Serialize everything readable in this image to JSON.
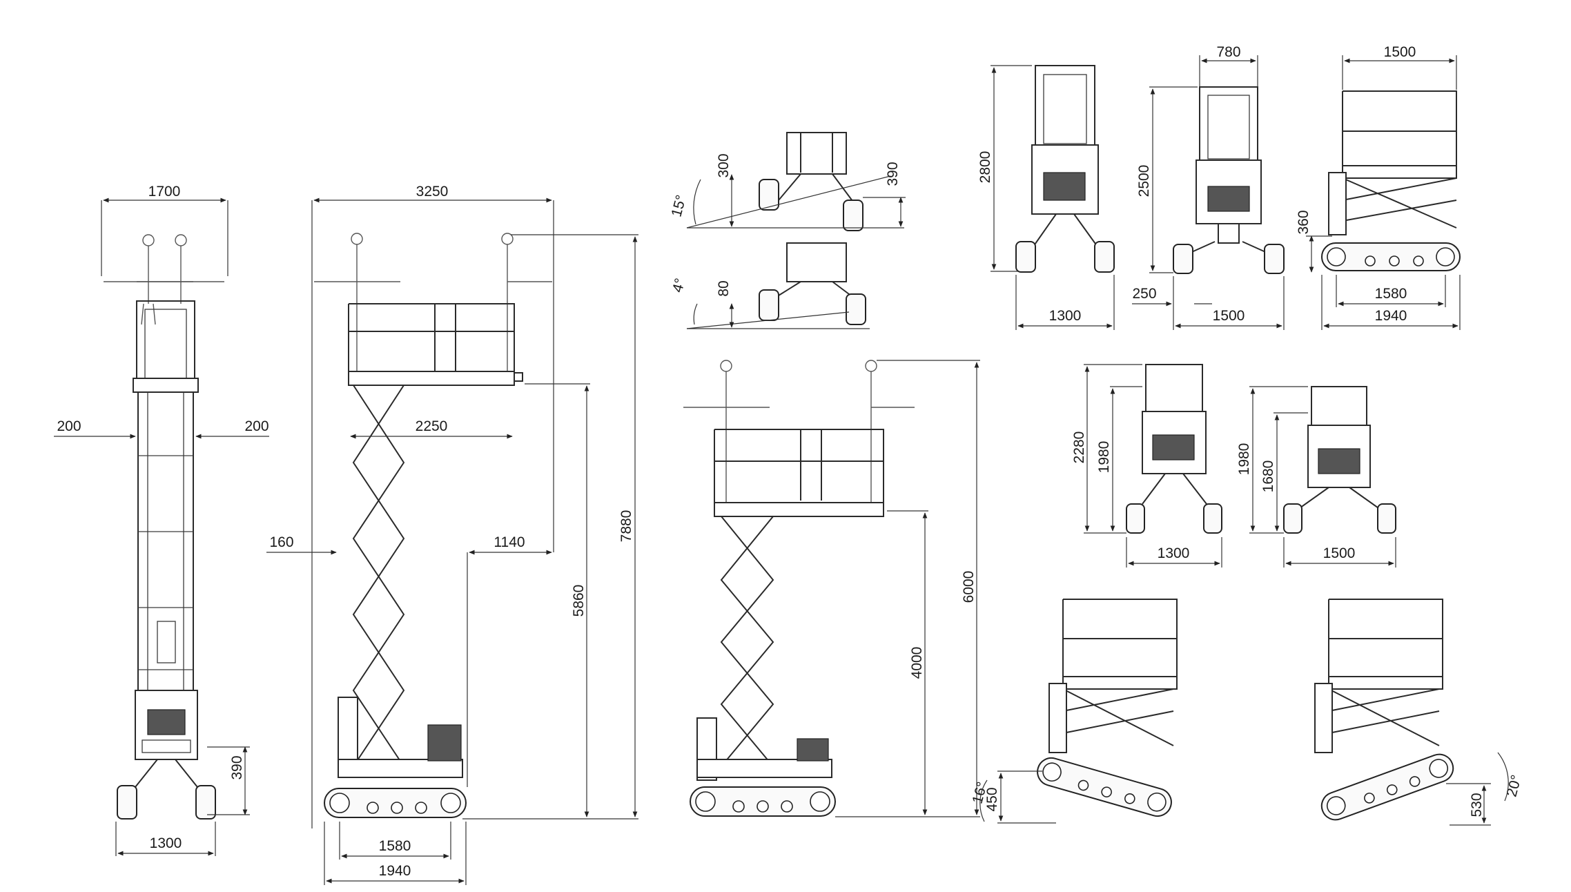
{
  "dimensions": {
    "front_width_1700": "1700",
    "front_side_left_200": "200",
    "front_side_right_200": "200",
    "front_ground_390": "390",
    "front_track_1300": "1300",
    "side_length_3250": "3250",
    "side_platform_2250": "2250",
    "side_offset_160": "160",
    "side_offset_1140": "1140",
    "side_height_7880": "7880",
    "side_height_5860": "5860",
    "side_base_1580": "1580",
    "side_base_1940": "1940",
    "tilt_angle_15": "15°",
    "tilt_height_300": "300",
    "tilt_height_390": "390",
    "tilt_angle_4": "4°",
    "tilt_height_80": "80",
    "mid_height_6000": "6000",
    "mid_height_4000": "4000",
    "tr1_height_2800": "2800",
    "tr1_width_1300": "1300",
    "tr2_width_780": "780",
    "tr2_height_2500": "2500",
    "tr2_offset_250": "250",
    "tr2_width_1500": "1500",
    "tr3_width_1500": "1500",
    "tr3_height_360": "360",
    "tr3_base_1580": "1580",
    "tr3_base_1940": "1940",
    "m1_height_2280": "2280",
    "m1_height_1980": "1980",
    "m1_width_1300": "1300",
    "m2_height_1980": "1980",
    "m2_height_1680": "1680",
    "m2_width_1500": "1500",
    "br1_angle_16": "16°",
    "br1_height_450": "450",
    "br2_angle_20": "20°",
    "br2_height_530": "530"
  }
}
